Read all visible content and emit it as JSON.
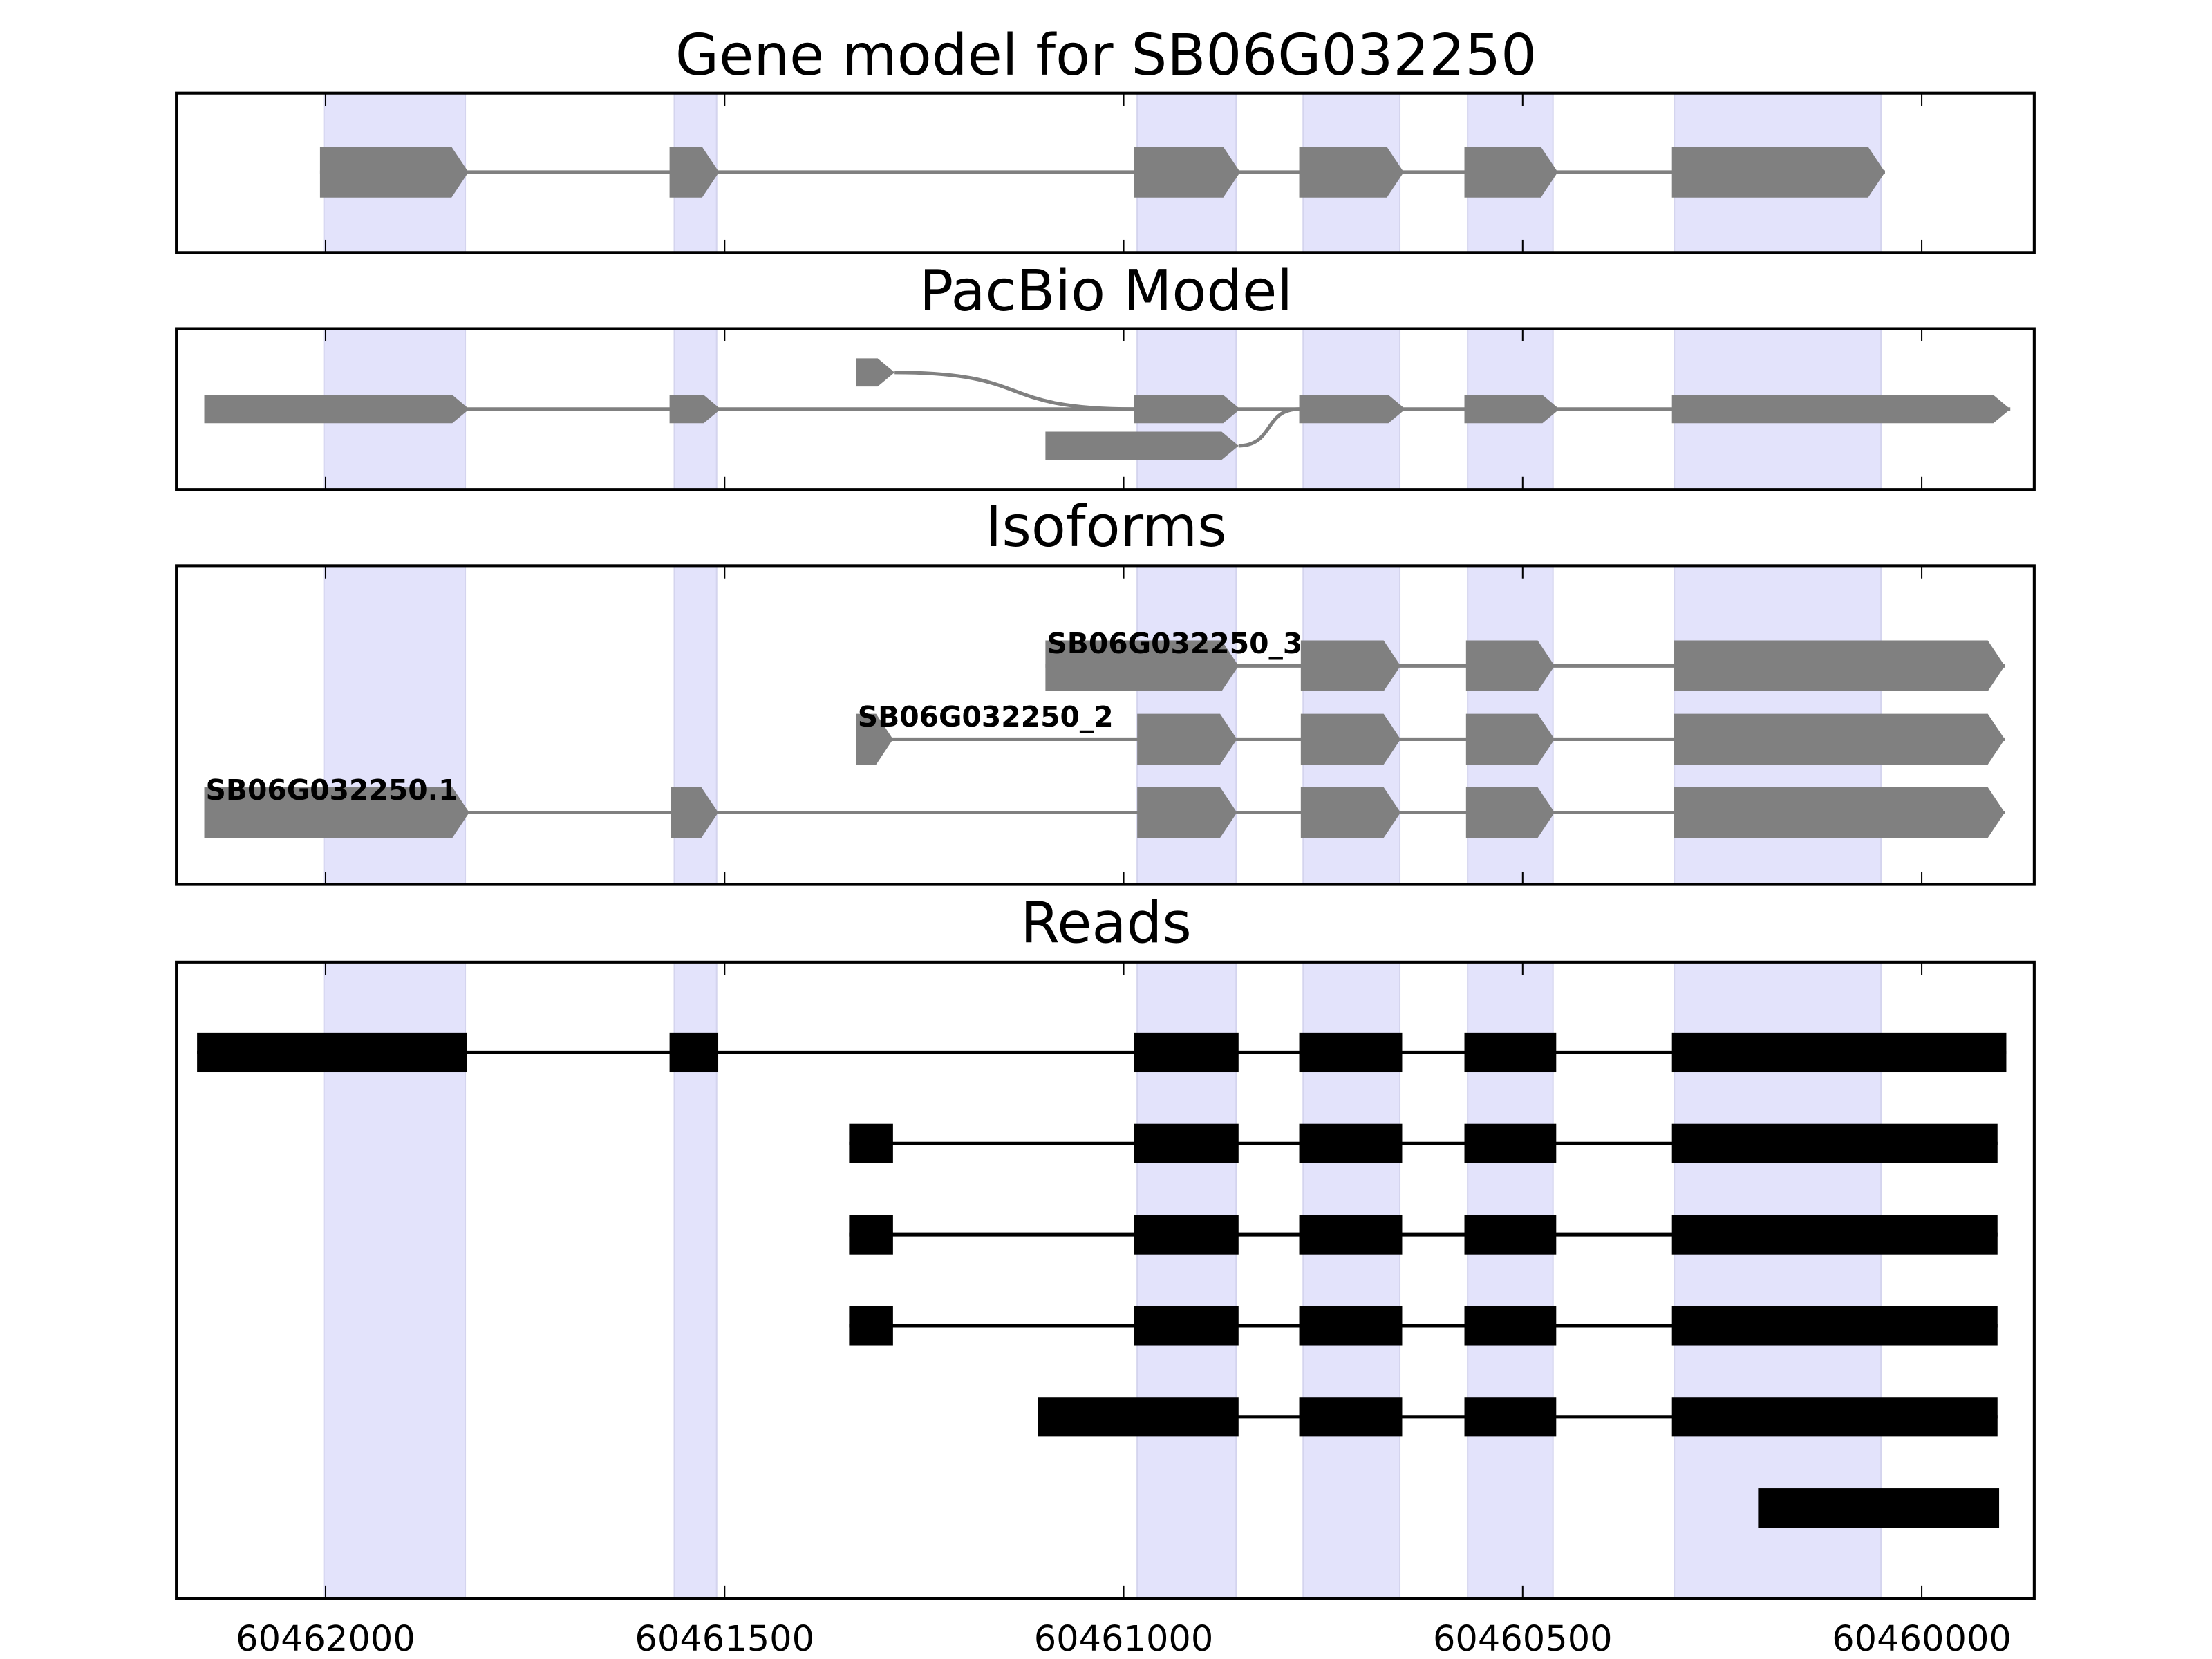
{
  "colors": {
    "shade": "#e3e3fb",
    "shade_edge": "#d4d4ee",
    "feature": "#808080",
    "read": "#000000",
    "frame": "#000000"
  },
  "axis": {
    "range_bp": [
      60462187,
      60459859
    ],
    "ticks": [
      60462000,
      60461500,
      60461000,
      60460500,
      60460000
    ],
    "tick_labels": [
      "60462000",
      "60461500",
      "60461000",
      "60460500",
      "60460000"
    ]
  },
  "shaded_exons": [
    [
      60462002,
      60461825
    ],
    [
      60461563,
      60461510
    ],
    [
      60460983,
      60460859
    ],
    [
      60460775,
      60460654
    ],
    [
      60460569,
      60460462
    ],
    [
      60460310,
      60460051
    ]
  ],
  "panels": {
    "gene_model": {
      "title": "Gene model for SB06G032250",
      "exons": [
        [
          60462007,
          60461821
        ],
        [
          60461569,
          60461507
        ],
        [
          60460987,
          60460854
        ],
        [
          60460780,
          60460649
        ],
        [
          60460573,
          60460456
        ],
        [
          60460313,
          60460046
        ]
      ]
    },
    "pacbio": {
      "title": "PacBio Model",
      "main_exons": [
        [
          60462152,
          60461820
        ],
        [
          60461569,
          60461505
        ],
        [
          60460987,
          60460854
        ],
        [
          60460780,
          60460647
        ],
        [
          60460573,
          60460454
        ],
        [
          60460313,
          60459889
        ]
      ],
      "alt_upper_exon": [
        60461335,
        60461287
      ],
      "alt_lower_exon": [
        60461098,
        60460856
      ]
    },
    "isoforms": {
      "title": "Isoforms",
      "items": [
        {
          "name": "SB06G032250.1",
          "exons": [
            [
              60462152,
              60461820
            ],
            [
              60461567,
              60461508
            ],
            [
              60460983,
              60460858
            ],
            [
              60460778,
              60460653
            ],
            [
              60460571,
              60460460
            ],
            [
              60460311,
              60459896
            ]
          ]
        },
        {
          "name": "SB06G032250_2",
          "exons": [
            [
              60461335,
              60461289
            ],
            [
              60460983,
              60460858
            ],
            [
              60460778,
              60460653
            ],
            [
              60460571,
              60460460
            ],
            [
              60460311,
              60459896
            ]
          ]
        },
        {
          "name": "SB06G032250_3",
          "exons": [
            [
              60461098,
              60460856
            ],
            [
              60460778,
              60460653
            ],
            [
              60460571,
              60460460
            ],
            [
              60460311,
              60459896
            ]
          ]
        }
      ]
    },
    "reads": {
      "title": "Reads",
      "items": [
        [
          [
            60462161,
            60461823
          ],
          [
            60461569,
            60461508
          ],
          [
            60460987,
            60460856
          ],
          [
            60460780,
            60460651
          ],
          [
            60460573,
            60460458
          ],
          [
            60460313,
            60459894
          ]
        ],
        [
          [
            60461344,
            60461289
          ],
          [
            60460987,
            60460856
          ],
          [
            60460780,
            60460651
          ],
          [
            60460573,
            60460458
          ],
          [
            60460313,
            60459905
          ]
        ],
        [
          [
            60461344,
            60461289
          ],
          [
            60460987,
            60460856
          ],
          [
            60460780,
            60460651
          ],
          [
            60460573,
            60460458
          ],
          [
            60460313,
            60459905
          ]
        ],
        [
          [
            60461344,
            60461289
          ],
          [
            60460987,
            60460856
          ],
          [
            60460780,
            60460651
          ],
          [
            60460573,
            60460458
          ],
          [
            60460313,
            60459905
          ]
        ],
        [
          [
            60461107,
            60460856
          ],
          [
            60460780,
            60460651
          ],
          [
            60460573,
            60460458
          ],
          [
            60460313,
            60459905
          ]
        ],
        [
          [
            60460205,
            60459903
          ]
        ]
      ]
    }
  }
}
